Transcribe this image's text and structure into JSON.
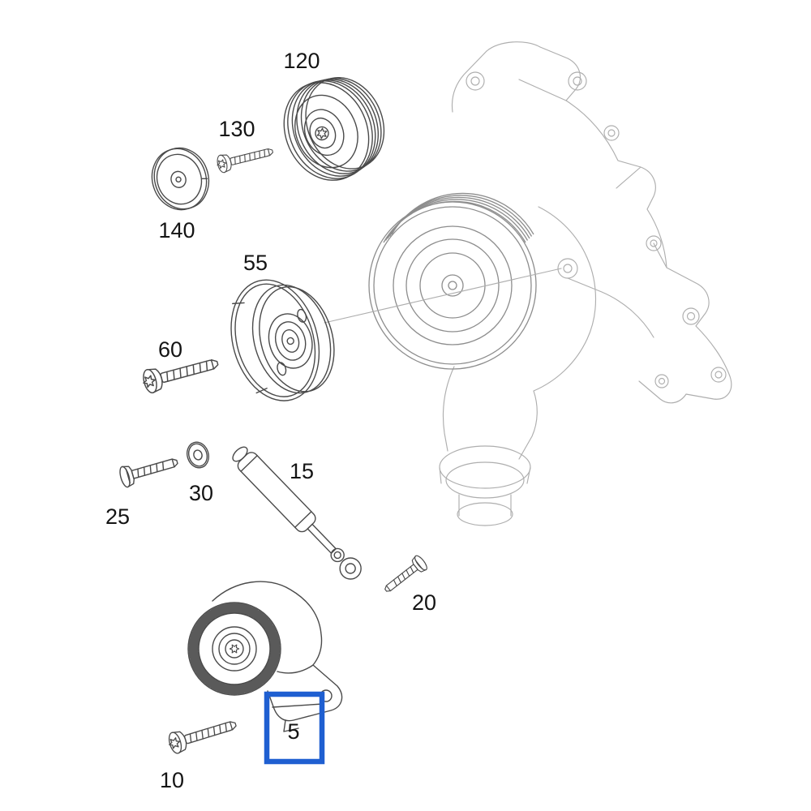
{
  "diagram": {
    "highlight_color": "#1f5fd1",
    "highlighted_part": "5",
    "labels": {
      "p120": "120",
      "p130": "130",
      "p140": "140",
      "p55": "55",
      "p60": "60",
      "p25": "25",
      "p30": "30",
      "p15": "15",
      "p20": "20",
      "p5": "5",
      "p10": "10"
    }
  }
}
